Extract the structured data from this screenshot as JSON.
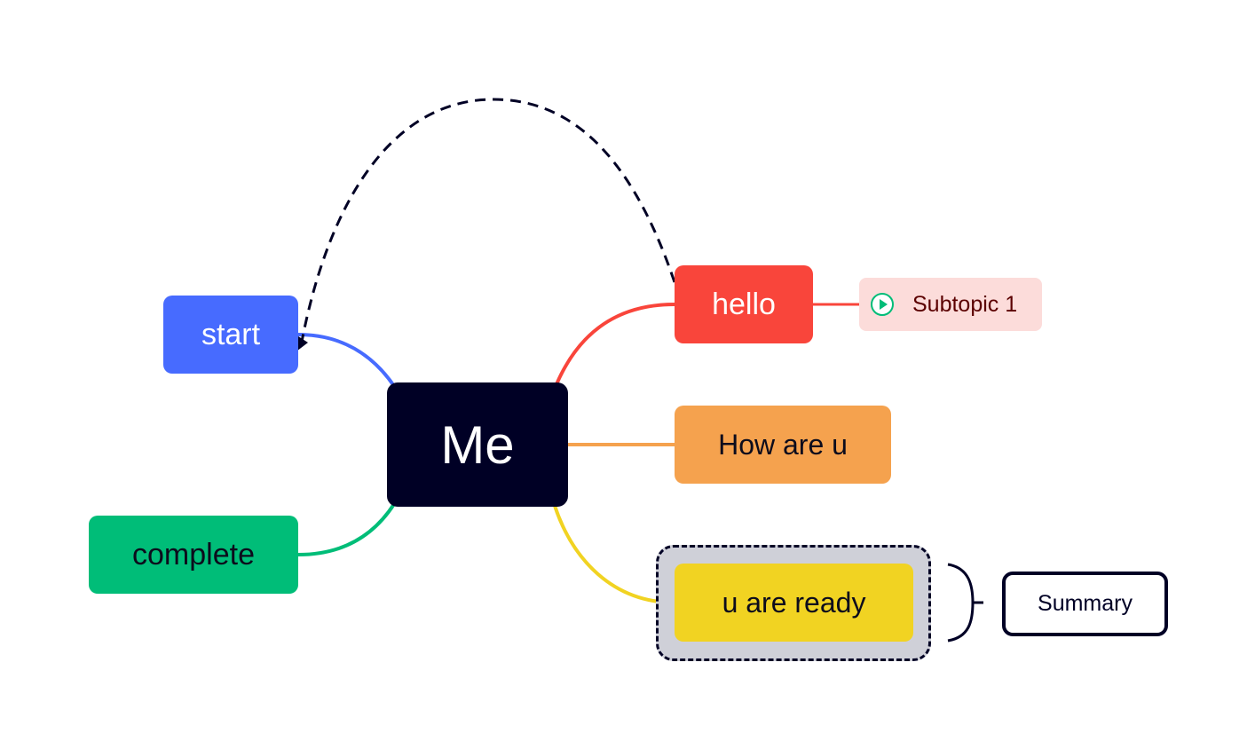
{
  "mindmap": {
    "central_topic": "Me",
    "main_topics": {
      "hello": "hello",
      "how_are_u": "How are u",
      "u_are_ready": "u are ready",
      "start": "start",
      "complete": "complete"
    },
    "subtopics": {
      "subtopic_1": "Subtopic 1"
    },
    "summary": "Summary",
    "colors": {
      "central": "#000025",
      "hello": "#f9453b",
      "how_are_u": "#f5a24e",
      "u_are_ready": "#f1d322",
      "start": "#476bff",
      "complete": "#00bd78",
      "subtopic_bg": "#fcdcda",
      "boundary": "#cfd0d8",
      "relationship": "#000025"
    },
    "icons": {
      "subtopic_1": "play-circle-icon"
    }
  }
}
